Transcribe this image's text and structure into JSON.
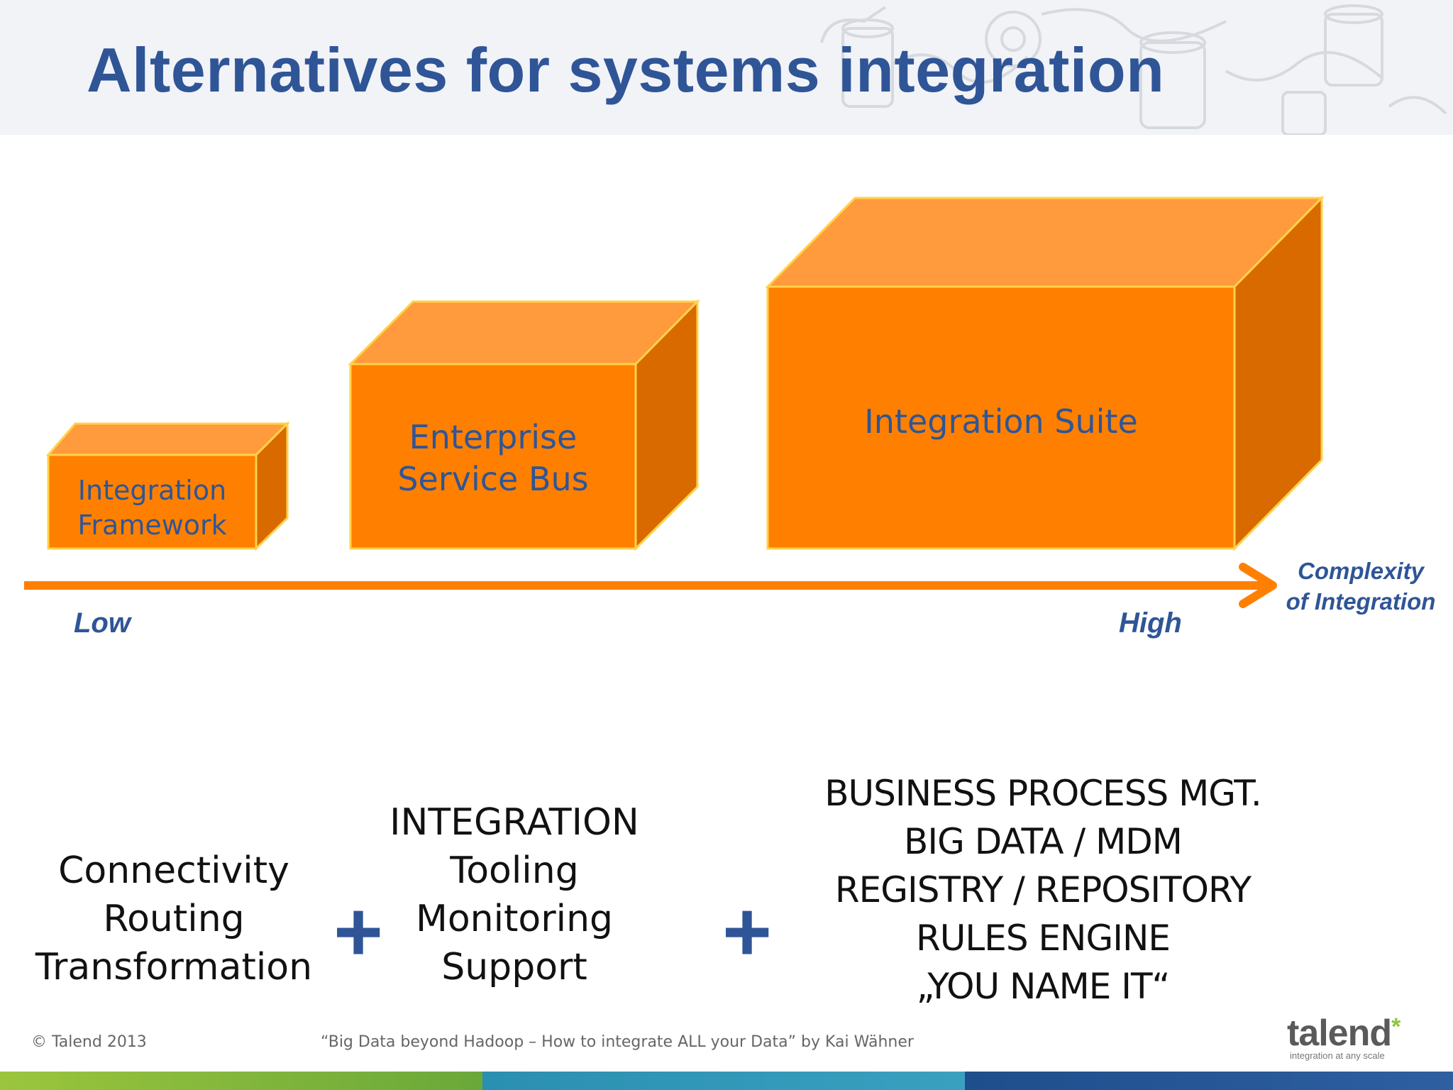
{
  "slide": {
    "title": "Alternatives for systems integration",
    "boxes": [
      {
        "label_lines": [
          "Integration",
          "Framework"
        ]
      },
      {
        "label_lines": [
          "Enterprise",
          "Service Bus"
        ]
      },
      {
        "label_lines": [
          "Integration Suite"
        ]
      }
    ],
    "axis": {
      "low": "Low",
      "high": "High",
      "label_lines": [
        "Complexity",
        "of Integration"
      ]
    },
    "features": [
      {
        "lines": [
          "Connectivity",
          "Routing",
          "Transformation"
        ]
      },
      {
        "lines": [
          "INTEGRATION",
          "Tooling",
          "Monitoring",
          "Support"
        ]
      },
      {
        "lines": [
          "BUSINESS PROCESS MGT.",
          "BIG DATA / MDM",
          "REGISTRY / REPOSITORY",
          "RULES ENGINE",
          "„YOU NAME IT“"
        ]
      }
    ],
    "plus_symbols": [
      "+",
      "+"
    ],
    "footer": {
      "copyright": "© Talend 2013",
      "caption": "“Big Data beyond Hadoop – How to integrate ALL your Data” by Kai Wähner",
      "logo_word": "talend",
      "logo_star": "*",
      "logo_tagline": "integration at any scale"
    }
  },
  "colors": {
    "title": "#2f5597",
    "box_front": "#ff8000",
    "box_top": "#ff9a3d",
    "box_side": "#d96a00",
    "box_edge": "#ffd24a",
    "axis": "#ff8000",
    "plus": "#2f5597"
  }
}
